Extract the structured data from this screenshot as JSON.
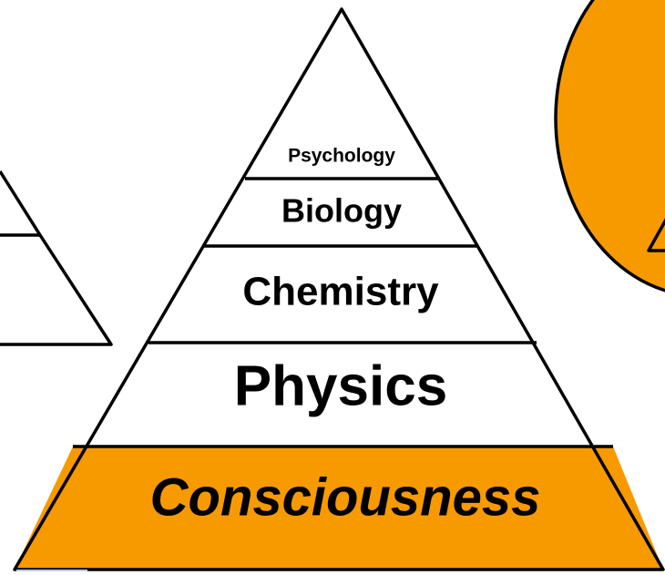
{
  "diagram": {
    "pyramid": {
      "layers": [
        {
          "label": "Psychology"
        },
        {
          "label": "Biology"
        },
        {
          "label": "Chemistry"
        },
        {
          "label": "Physics"
        },
        {
          "label": "Consciousness"
        }
      ]
    },
    "colors": {
      "highlight": "#F79A00",
      "stroke": "#000000",
      "fill": "#FFFFFF"
    }
  }
}
